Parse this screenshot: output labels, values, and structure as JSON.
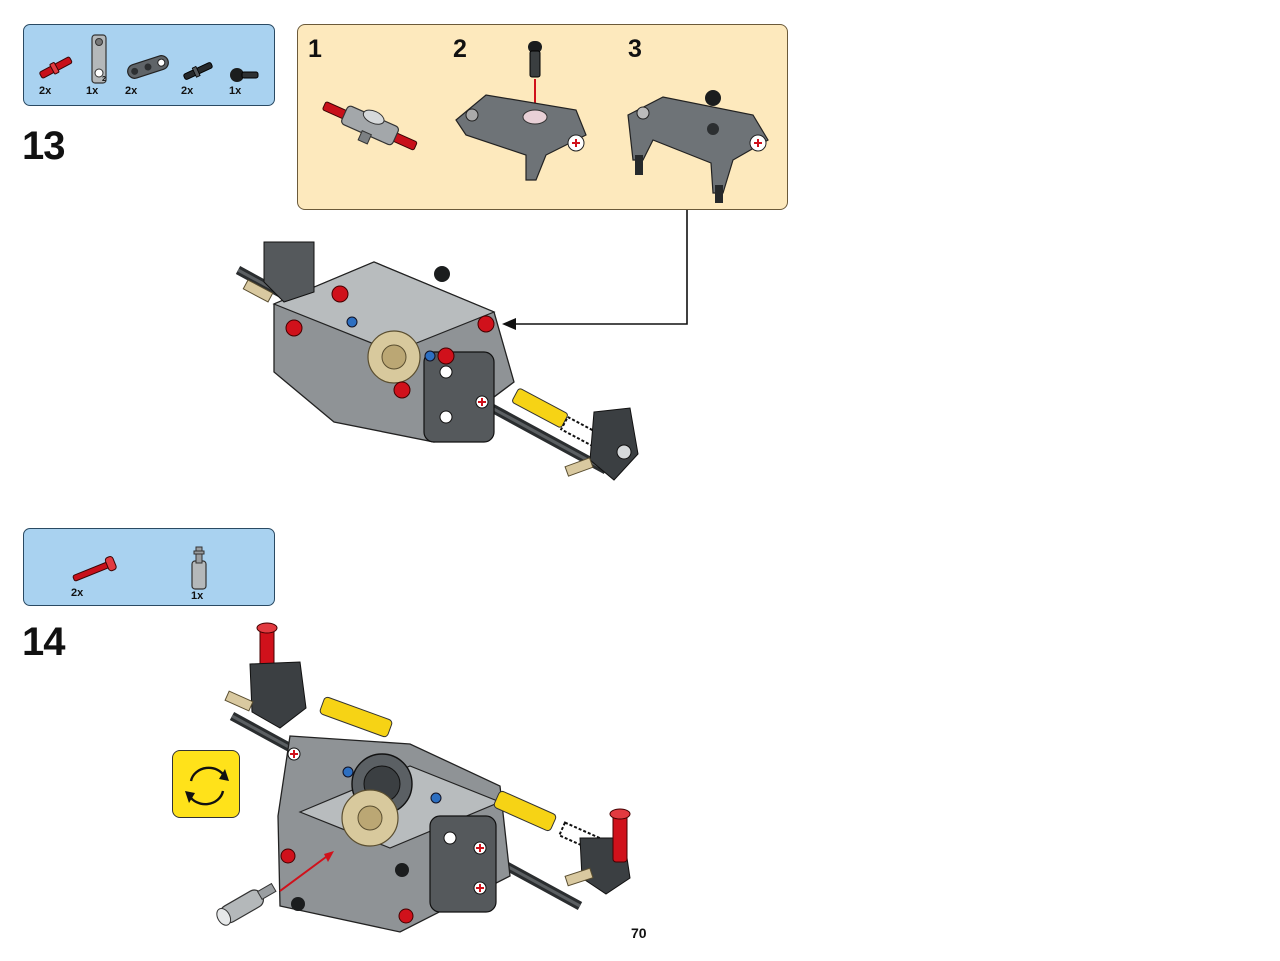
{
  "page": {
    "number": "70"
  },
  "steps": [
    {
      "number": "13",
      "parts": [
        {
          "qty": "2x",
          "icon": "red-axle-pin-icon"
        },
        {
          "qty": "1x",
          "icon": "gray-axle-connector-icon"
        },
        {
          "qty": "2x",
          "icon": "dark-gray-liftarm-icon"
        },
        {
          "qty": "2x",
          "icon": "black-axle-pin-icon"
        },
        {
          "qty": "1x",
          "icon": "ball-joint-icon"
        }
      ],
      "subassembly": {
        "substeps": [
          {
            "number": "1"
          },
          {
            "number": "2"
          },
          {
            "number": "3"
          }
        ]
      }
    },
    {
      "number": "14",
      "parts": [
        {
          "qty": "2x",
          "icon": "red-pin-with-stop-icon"
        },
        {
          "qty": "1x",
          "icon": "gray-pole-reverser-icon"
        }
      ]
    }
  ],
  "colors": {
    "parts_box": "#a9d2f0",
    "callout_bg": "#fde9bd",
    "rotate_badge": "#ffe21a",
    "brick_gray": "#9a9ea1",
    "brick_dark": "#5b6064",
    "red": "#d0111b",
    "yellow": "#f6d315",
    "tan": "#d9c9a0"
  }
}
